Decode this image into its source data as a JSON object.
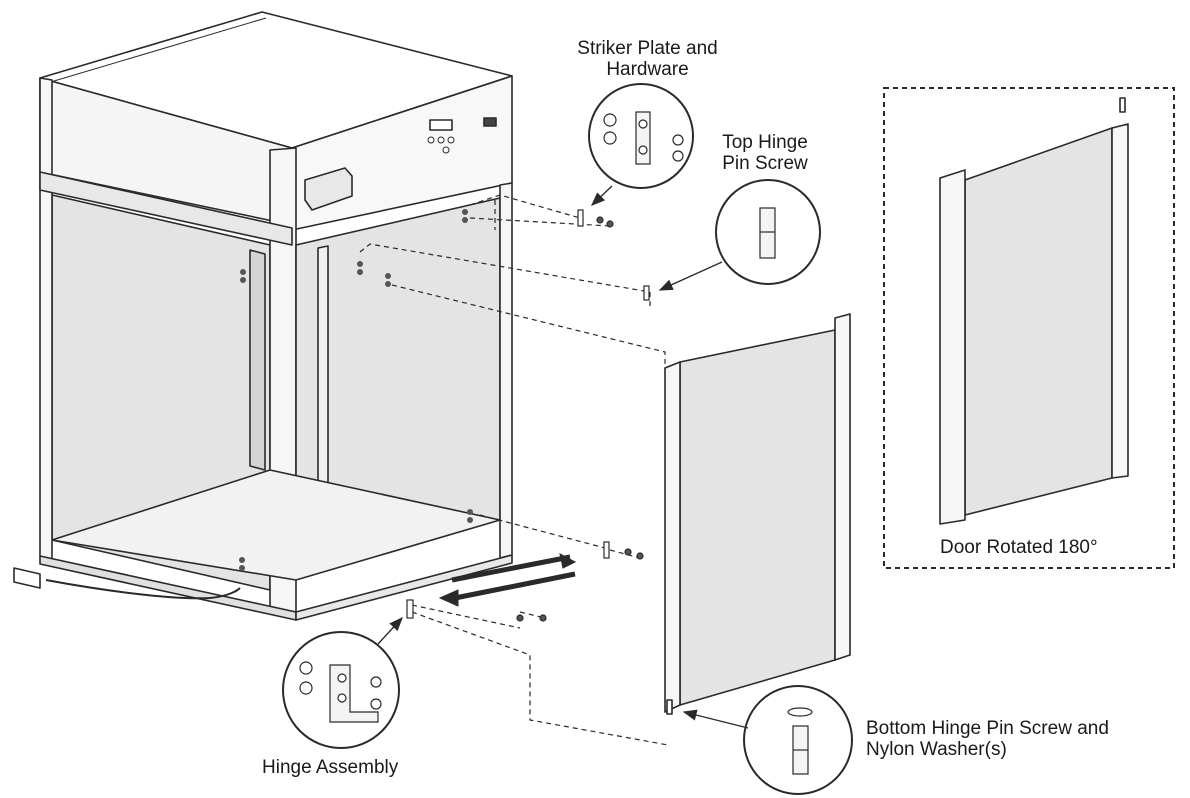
{
  "labels": {
    "striker_plate": [
      "Striker Plate and",
      "Hardware"
    ],
    "top_hinge_pin": [
      "Top Hinge",
      "Pin Screw"
    ],
    "door_rotated": "Door Rotated 180°",
    "hinge_assembly": "Hinge Assembly",
    "bottom_hinge_pin": [
      "Bottom Hinge Pin Screw and",
      "Nylon Washer(s)"
    ]
  },
  "colors": {
    "line": "#2a2a2a",
    "glass": "#e4e4e4",
    "frame_light": "#f6f6f6",
    "frame_mid": "#d4d4d4",
    "background": "#ffffff"
  }
}
